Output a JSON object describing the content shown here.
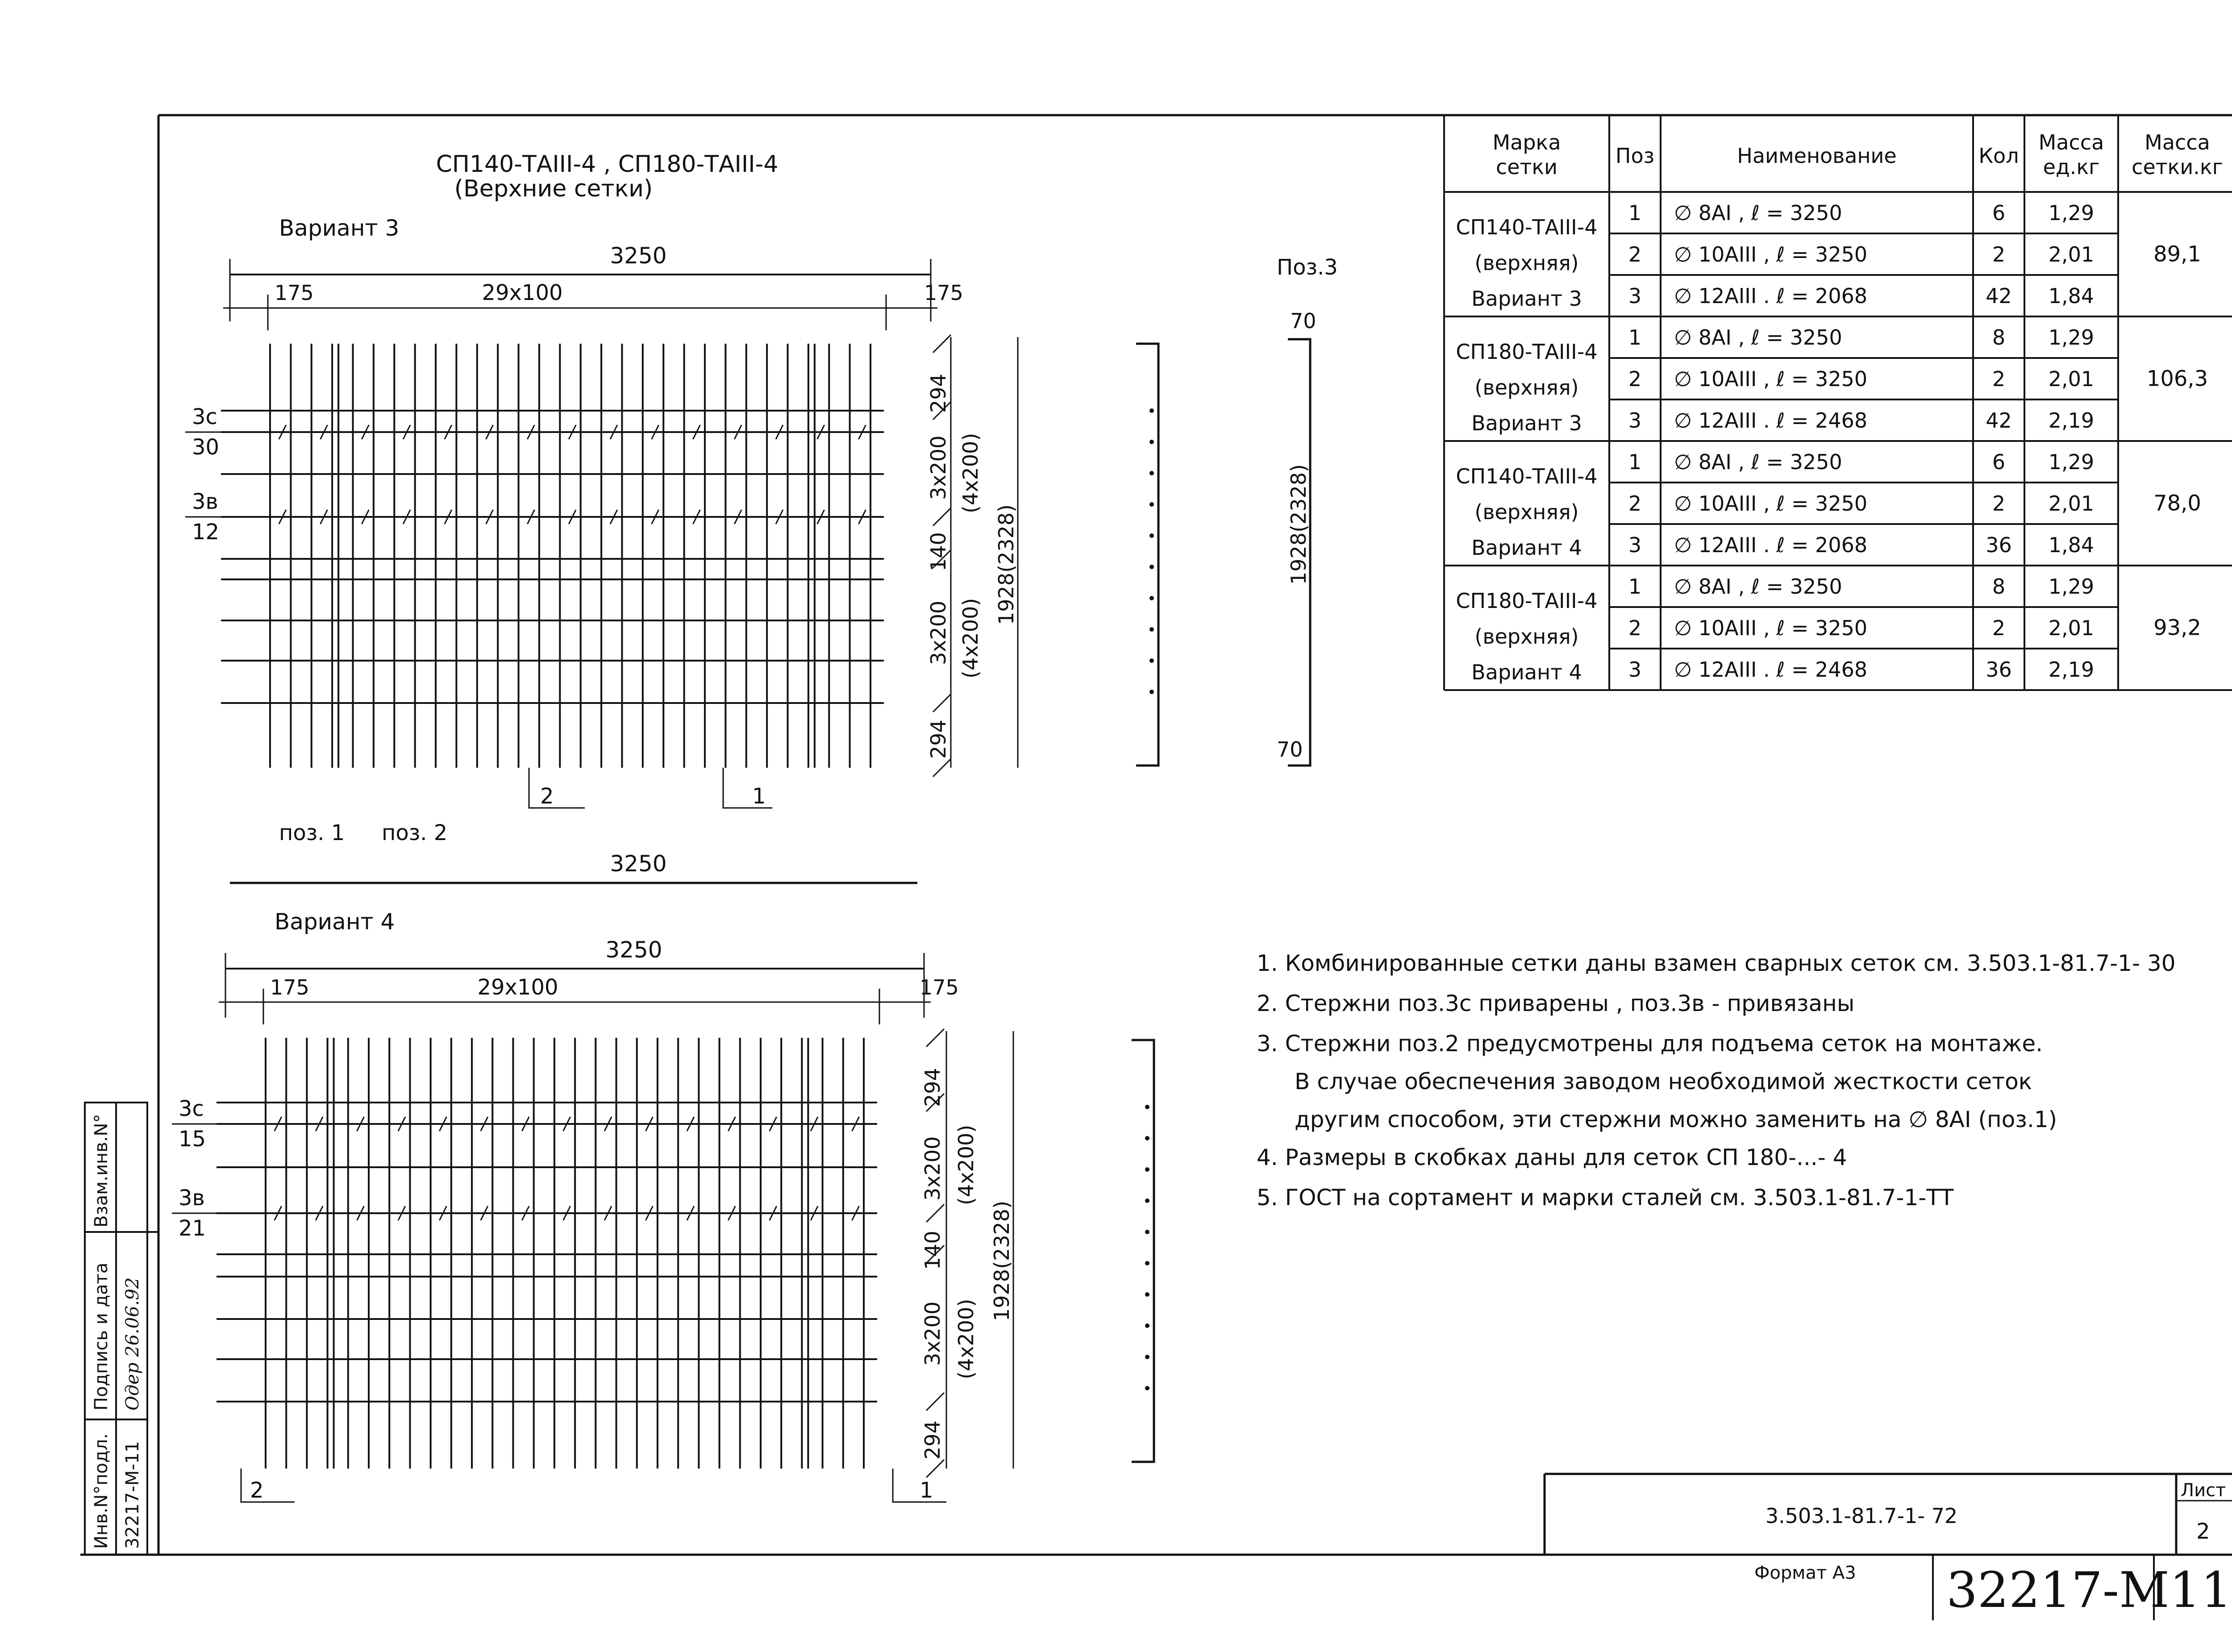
{
  "header": {
    "title_line1": "СП140-ТАIII-4 , СП180-ТАIII-4",
    "title_line2": "(Верхние сетки)"
  },
  "variant3": {
    "label": "Вариант 3",
    "dim_total": "3250",
    "dim_left": "175",
    "dim_mid": "29x100",
    "dim_right": "175",
    "dim_294_top": "294",
    "dim_3x200_a": "3x200",
    "dim_4x200_a": "(4x200)",
    "dim_140": "140",
    "dim_3x200_b": "3x200",
    "dim_4x200_b": "(4x200)",
    "dim_294_bottom": "294",
    "dim_height": "1928(2328)",
    "tag_3c": "3с",
    "tag_30": "30",
    "tag_3v": "3в",
    "tag_12": "12",
    "leader_2": "2",
    "leader_1": "1"
  },
  "pos_labels": {
    "pos1": "поз. 1",
    "pos2": "поз. 2",
    "bar_length": "3250"
  },
  "pos3": {
    "label": "Поз.3",
    "top": "70",
    "bottom": "70",
    "height": "1928(2328)"
  },
  "variant4": {
    "label": "Вариант 4",
    "dim_total": "3250",
    "dim_left": "175",
    "dim_mid": "29x100",
    "dim_right": "175",
    "dim_294_top": "294",
    "dim_3x200_a": "3x200",
    "dim_4x200_a": "(4x200)",
    "dim_140": "140",
    "dim_3x200_b": "3x200",
    "dim_4x200_b": "(4x200)",
    "dim_294_bottom": "294",
    "dim_height": "1928(2328)",
    "tag_3c": "3с",
    "tag_15": "15",
    "tag_3v": "3в",
    "tag_21": "21",
    "leader_2": "2",
    "leader_1": "1"
  },
  "table": {
    "headers": [
      "Марка сетки",
      "Поз",
      "Наименование",
      "Кол",
      "Масса ед.кг",
      "Масса сетки.кг"
    ],
    "groups": [
      {
        "mark": [
          "СП140-ТАIII-4",
          "(верхняя)",
          "Вариант 3"
        ],
        "total": "89,1",
        "rows": [
          {
            "pos": "1",
            "name": "∅ 8AI ,  ℓ = 3250",
            "qty": "6",
            "mass": "1,29"
          },
          {
            "pos": "2",
            "name": "∅ 10AIII , ℓ = 3250",
            "qty": "2",
            "mass": "2,01"
          },
          {
            "pos": "3",
            "name": "∅ 12AIII . ℓ = 2068",
            "qty": "42",
            "mass": "1,84"
          }
        ]
      },
      {
        "mark": [
          "СП180-ТАIII-4",
          "(верхняя)",
          "Вариант 3"
        ],
        "total": "106,3",
        "rows": [
          {
            "pos": "1",
            "name": "∅ 8AI ,  ℓ = 3250",
            "qty": "8",
            "mass": "1,29"
          },
          {
            "pos": "2",
            "name": "∅ 10AIII , ℓ = 3250",
            "qty": "2",
            "mass": "2,01"
          },
          {
            "pos": "3",
            "name": "∅ 12AIII . ℓ = 2468",
            "qty": "42",
            "mass": "2,19"
          }
        ]
      },
      {
        "mark": [
          "СП140-ТАIII-4",
          "(верхняя)",
          "Вариант 4"
        ],
        "total": "78,0",
        "rows": [
          {
            "pos": "1",
            "name": "∅ 8AI ,  ℓ = 3250",
            "qty": "6",
            "mass": "1,29"
          },
          {
            "pos": "2",
            "name": "∅ 10AIII , ℓ = 3250",
            "qty": "2",
            "mass": "2,01"
          },
          {
            "pos": "3",
            "name": "∅ 12AIII . ℓ = 2068",
            "qty": "36",
            "mass": "1,84"
          }
        ]
      },
      {
        "mark": [
          "СП180-ТАIII-4",
          "(верхняя)",
          "Вариант 4"
        ],
        "total": "93,2",
        "rows": [
          {
            "pos": "1",
            "name": "∅ 8AI ,  ℓ = 3250",
            "qty": "8",
            "mass": "1,29"
          },
          {
            "pos": "2",
            "name": "∅ 10AIII , ℓ = 3250",
            "qty": "2",
            "mass": "2,01"
          },
          {
            "pos": "3",
            "name": "∅ 12AIII . ℓ = 2468",
            "qty": "36",
            "mass": "2,19"
          }
        ]
      }
    ]
  },
  "notes": [
    "1.  Комбинированные сетки даны взамен сварных сеток см. 3.503.1-81.7-1- 30",
    "2.  Стержни поз.3с приварены , поз.3в - привязаны",
    "3.  Стержни поз.2 предусмотрены для подъема сеток на монтаже.",
    "В случае обеспечения заводом необходимой жесткости сеток",
    "другим способом, эти стержни можно заменить на ∅ 8AI (поз.1)",
    "4.  Размеры в скобках даны для сеток СП 180-...- 4",
    "5.  ГОСТ на сортамент и марки сталей см. 3.503.1-81.7-1-ТТ"
  ],
  "stamp": {
    "doc_code": "3.503.1-81.7-1- 72",
    "sheet_label": "Лист",
    "sheet_no": "2",
    "format": "Формат A3",
    "archive_no": "32217-М",
    "archive_page": "11"
  },
  "side_strip": {
    "inv_label": "Инв.N°подл.",
    "inv_value": "32217-М-11",
    "sign_label": "Подпись и дата",
    "sign_value": "Одер 26.06.92",
    "replace_label": "Взам.инв.N°"
  }
}
